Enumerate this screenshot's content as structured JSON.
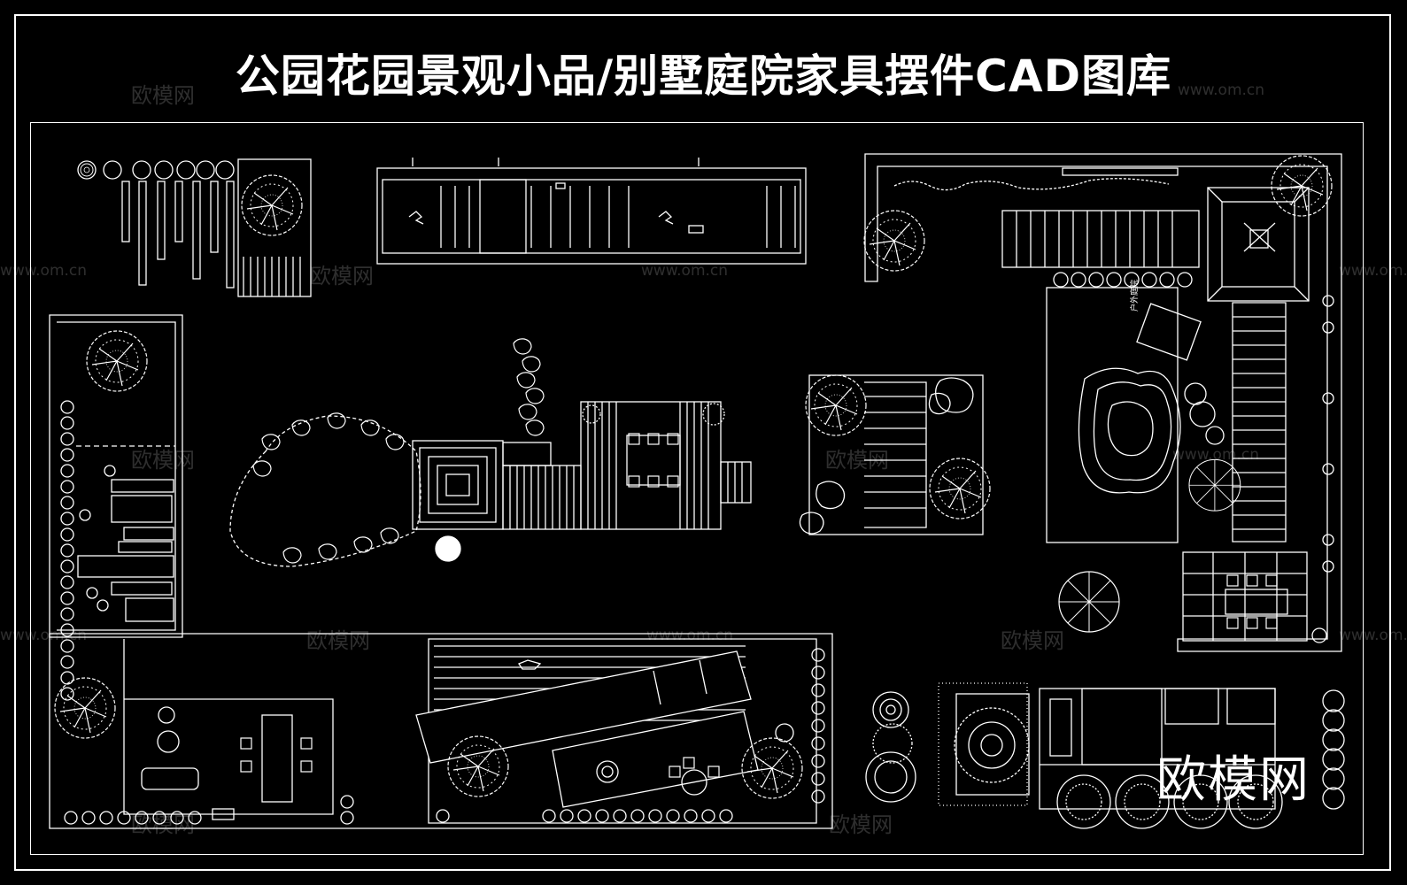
{
  "title": "公园花园景观小品/别墅庭院家具摆件CAD图库",
  "logo_text": "欧模网",
  "watermark": {
    "brand": "欧模网",
    "url": "www.om.cn"
  },
  "plan_label": "户外庭院",
  "colors": {
    "background": "#000000",
    "line": "#ffffff",
    "watermark": "rgba(255,255,255,0.18)"
  }
}
